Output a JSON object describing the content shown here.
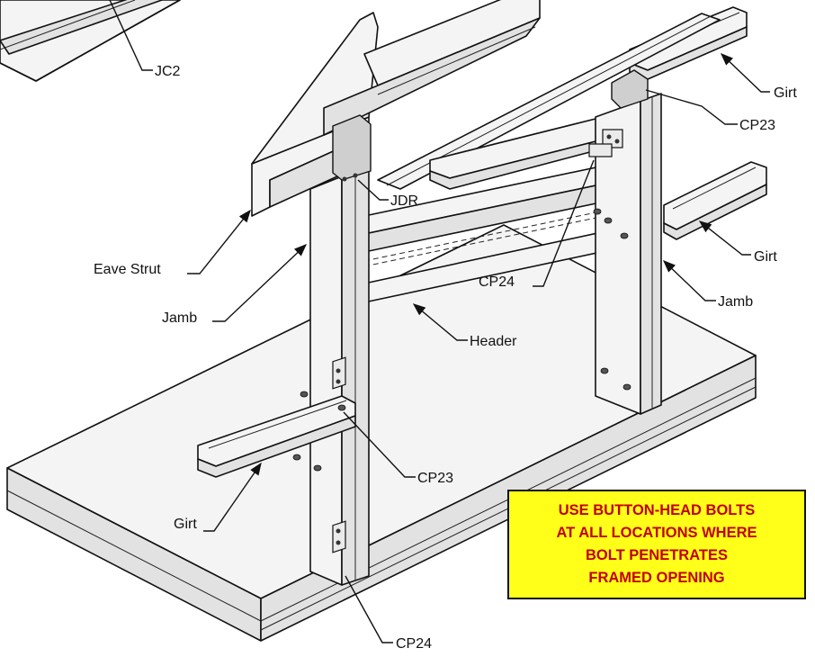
{
  "labels": {
    "jc2": "JC2",
    "girt_top": "Girt",
    "cp23_top": "CP23",
    "jdr": "JDR",
    "girt_mid": "Girt",
    "eave_strut": "Eave Strut",
    "cp24_mid": "CP24",
    "jamb_left": "Jamb",
    "jamb_right": "Jamb",
    "header": "Header",
    "cp23_bottom": "CP23",
    "girt_bottom": "Girt",
    "cp24_bottom": "CP24"
  },
  "notice": {
    "line1": "USE BUTTON-HEAD BOLTS",
    "line2": "AT ALL LOCATIONS WHERE",
    "line3": "BOLT PENETRATES",
    "line4": "FRAMED OPENING",
    "background_color": "#ffff1a",
    "text_color": "#c00000"
  }
}
